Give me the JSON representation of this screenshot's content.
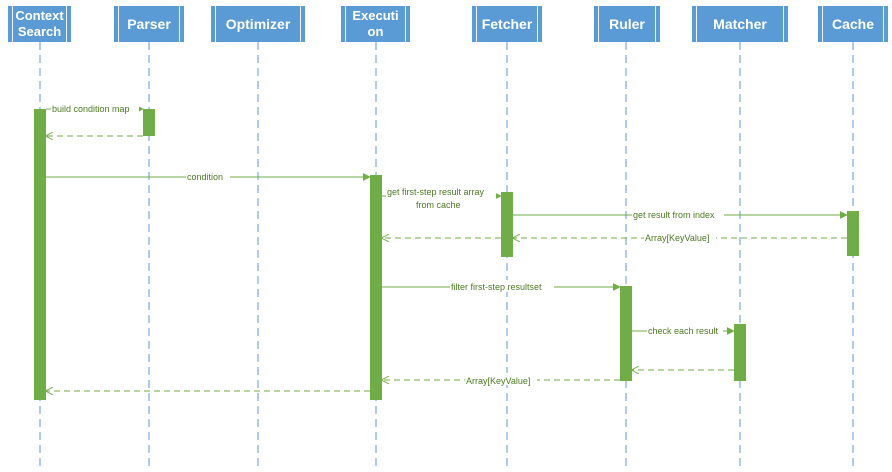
{
  "lifelines": [
    {
      "id": "context_search",
      "label": "Context Search"
    },
    {
      "id": "parser",
      "label": "Parser"
    },
    {
      "id": "optimizer",
      "label": "Optimizer"
    },
    {
      "id": "execution",
      "label": "Execution"
    },
    {
      "id": "fetcher",
      "label": "Fetcher"
    },
    {
      "id": "ruler",
      "label": "Ruler"
    },
    {
      "id": "matcher",
      "label": "Matcher"
    },
    {
      "id": "cache",
      "label": "Cache"
    }
  ],
  "messages": {
    "build_condition_map": "build condition map",
    "condition": "condition",
    "get_first_step_line1": "get first-step result array",
    "get_first_step_line2": "from cache",
    "get_result_from_index": "get result from index",
    "array_keyvalue_cache": "Array[KeyValue]",
    "filter_first_step": "filter first-step resultset",
    "check_each_result": "check each result",
    "array_keyvalue_ruler": "Array[KeyValue]"
  },
  "colors": {
    "header": "#5b9bd5",
    "lifeline": "#5b9bd5",
    "activation": "#70ad47",
    "arrow": "#70ad47"
  }
}
